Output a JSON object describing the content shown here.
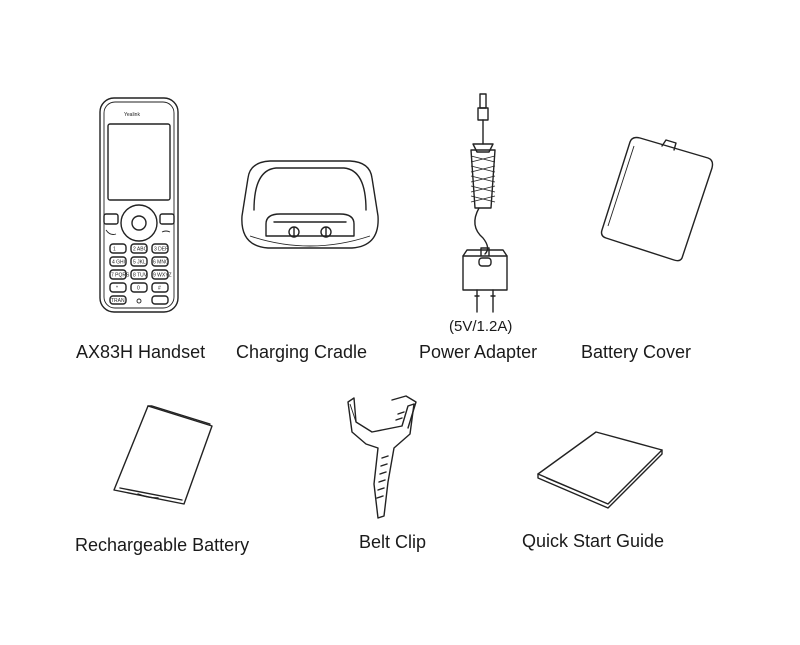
{
  "items": [
    {
      "key": "handset",
      "label": "AX83H Handset",
      "brand": "Yealink"
    },
    {
      "key": "cradle",
      "label": "Charging Cradle"
    },
    {
      "key": "adapter",
      "label": "Power Adapter",
      "spec": "(5V/1.2A)"
    },
    {
      "key": "battery_cover",
      "label": "Battery Cover"
    },
    {
      "key": "battery",
      "label": "Rechargeable Battery"
    },
    {
      "key": "belt_clip",
      "label": "Belt Clip"
    },
    {
      "key": "guide",
      "label": "Quick Start Guide"
    }
  ],
  "keypad": [
    "1",
    "2 ABC",
    "3 DEF",
    "4 GHI",
    "5 JKL",
    "6 MNO",
    "7 PQRS",
    "8 TUV",
    "9 WXYZ",
    "*",
    "0",
    "#"
  ],
  "keypad_bottom": "TRAN"
}
